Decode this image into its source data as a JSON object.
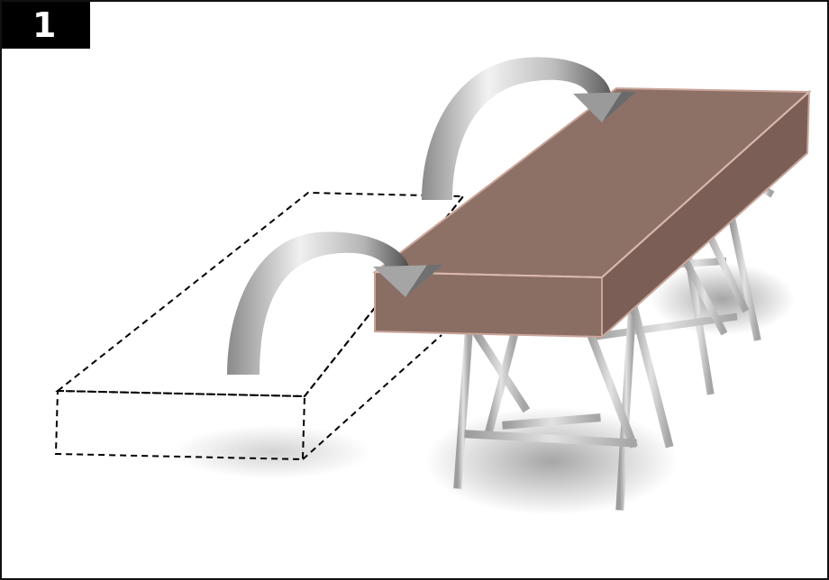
{
  "step": {
    "number": "1"
  },
  "colors": {
    "board_top": "#8d7167",
    "board_front": "#8a6d63",
    "board_side": "#7b5f56",
    "board_edge": "#c9a59a",
    "trestle_metal": "#b8b8b8",
    "arrow_light": "#e6e6e6",
    "arrow_dark": "#7a7a7a",
    "outline_dashed": "#000000"
  },
  "icons": {
    "move_arrow_front": "curved-down-arrow",
    "move_arrow_back": "curved-down-arrow"
  }
}
